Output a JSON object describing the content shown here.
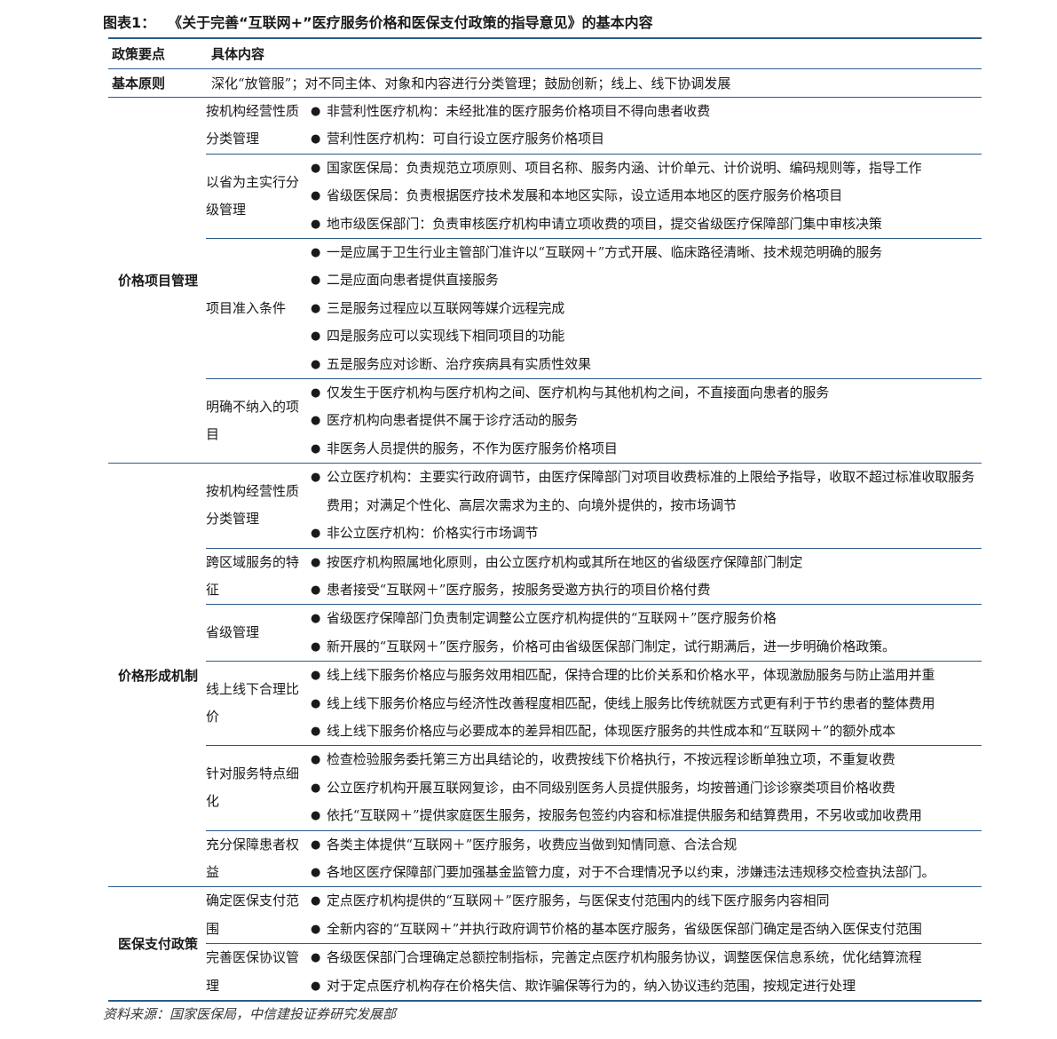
{
  "figure": {
    "label": "图表1：",
    "title": "《关于完善“互联网+”医疗服务价格和医保支付政策的指导意见》的基本内容"
  },
  "table": {
    "headers": [
      "政策要点",
      "具体内容"
    ],
    "basic": {
      "label": "基本原则",
      "content": "深化“放管服”；对不同主体、对象和内容进行分类管理；鼓励创新；线上、线下协调发展"
    },
    "sections": [
      {
        "label": "价格项目管理",
        "subs": [
          {
            "label": "按机构经营性质分类管理",
            "items": [
              "非营利性医疗机构：未经批准的医疗服务价格项目不得向患者收费",
              "营利性医疗机构：可自行设立医疗服务价格项目"
            ]
          },
          {
            "label": "以省为主实行分级管理",
            "items": [
              "国家医保局：负责规范立项原则、项目名称、服务内涵、计价单元、计价说明、编码规则等，指导工作",
              "省级医保局：负责根据医疗技术发展和本地区实际，设立适用本地区的医疗服务价格项目",
              "地市级医保部门：负责审核医疗机构申请立项收费的项目，提交省级医疗保障部门集中审核决策"
            ]
          },
          {
            "label": "项目准入条件",
            "items": [
              "一是应属于卫生行业主管部门准许以“互联网＋”方式开展、临床路径清晰、技术规范明确的服务",
              "二是应面向患者提供直接服务",
              "三是服务过程应以互联网等媒介远程完成",
              "四是服务应可以实现线下相同项目的功能",
              "五是服务应对诊断、治疗疾病具有实质性效果"
            ]
          },
          {
            "label": "明确不纳入的项目",
            "items": [
              "仅发生于医疗机构与医疗机构之间、医疗机构与其他机构之间，不直接面向患者的服务",
              "医疗机构向患者提供不属于诊疗活动的服务",
              "非医务人员提供的服务，不作为医疗服务价格项目"
            ]
          }
        ]
      },
      {
        "label": "价格形成机制",
        "subs": [
          {
            "label": "按机构经营性质分类管理",
            "items": [
              "公立医疗机构：主要实行政府调节，由医疗保障部门对项目收费标准的上限给予指导，收取不超过标准收取服务费用；对满足个性化、高层次需求为主的、向境外提供的，按市场调节",
              "非公立医疗机构：价格实行市场调节"
            ]
          },
          {
            "label": "跨区域服务的特征",
            "items": [
              "按医疗机构照属地化原则，由公立医疗机构或其所在地区的省级医疗保障部门制定",
              "患者接受“互联网＋”医疗服务，按服务受邀方执行的项目价格付费"
            ]
          },
          {
            "label": "省级管理",
            "items": [
              "省级医疗保障部门负责制定调整公立医疗机构提供的“互联网＋”医疗服务价格",
              "新开展的“互联网＋”医疗服务，价格可由省级医保部门制定，试行期满后，进一步明确价格政策。"
            ]
          },
          {
            "label": "线上线下合理比价",
            "items": [
              "线上线下服务价格应与服务效用相匹配，保持合理的比价关系和价格水平，体现激励服务与防止滥用并重",
              "线上线下服务价格应与经济性改善程度相匹配，使线上服务比传统就医方式更有利于节约患者的整体费用",
              "线上线下服务价格应与必要成本的差异相匹配，体现医疗服务的共性成本和“互联网＋”的额外成本"
            ]
          },
          {
            "label": "针对服务特点细化",
            "items": [
              "检查检验服务委托第三方出具结论的，收费按线下价格执行，不按远程诊断单独立项，不重复收费",
              "公立医疗机构开展互联网复诊，由不同级别医务人员提供服务，均按普通门诊诊察类项目价格收费",
              "依托“互联网＋”提供家庭医生服务，按服务包签约内容和标准提供服务和结算费用，不另收或加收费用"
            ]
          },
          {
            "label": "充分保障患者权益",
            "items": [
              "各类主体提供“互联网＋”医疗服务，收费应当做到知情同意、合法合规",
              "各地区医疗保障部门要加强基金监管力度，对于不合理情况予以约束，涉嫌违法违规移交检查执法部门。"
            ]
          }
        ]
      },
      {
        "label": "医保支付政策",
        "subs": [
          {
            "label": "确定医保支付范围",
            "items": [
              "定点医疗机构提供的“互联网＋”医疗服务，与医保支付范围内的线下医疗服务内容相同",
              "全新内容的“互联网＋”并执行政府调节价格的基本医疗服务，省级医保部门确定是否纳入医保支付范围"
            ]
          },
          {
            "label": "完善医保协议管理",
            "items": [
              "各级医保部门合理确定总额控制指标，完善定点医疗机构服务协议，调整医保信息系统，优化结算流程",
              "对于定点医疗机构存在价格失信、欺诈骗保等行为的，纳入协议违约范围，按规定进行处理"
            ]
          }
        ]
      }
    ]
  },
  "source": "资料来源：国家医保局，中信建投证券研究发展部"
}
